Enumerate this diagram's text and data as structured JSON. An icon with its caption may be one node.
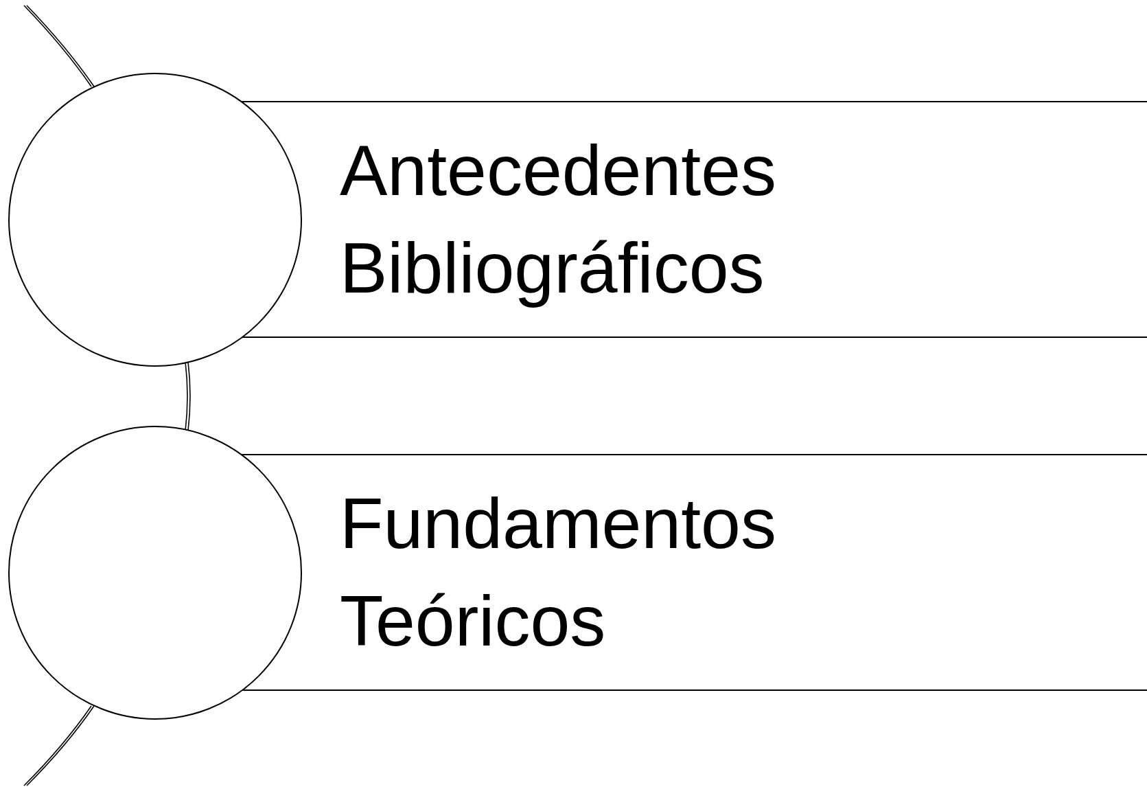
{
  "diagram": {
    "nodes": [
      {
        "text": [],
        "shape": "circle"
      },
      {
        "text": [
          "Antecedentes Bibliográficos"
        ]
      },
      {
        "text": [],
        "shape": "circle"
      },
      {
        "text": [
          "Fundamentos Teóricos"
        ]
      }
    ],
    "edges": [
      {
        "from": 0,
        "to": 2,
        "arrow": "none"
      }
    ]
  }
}
